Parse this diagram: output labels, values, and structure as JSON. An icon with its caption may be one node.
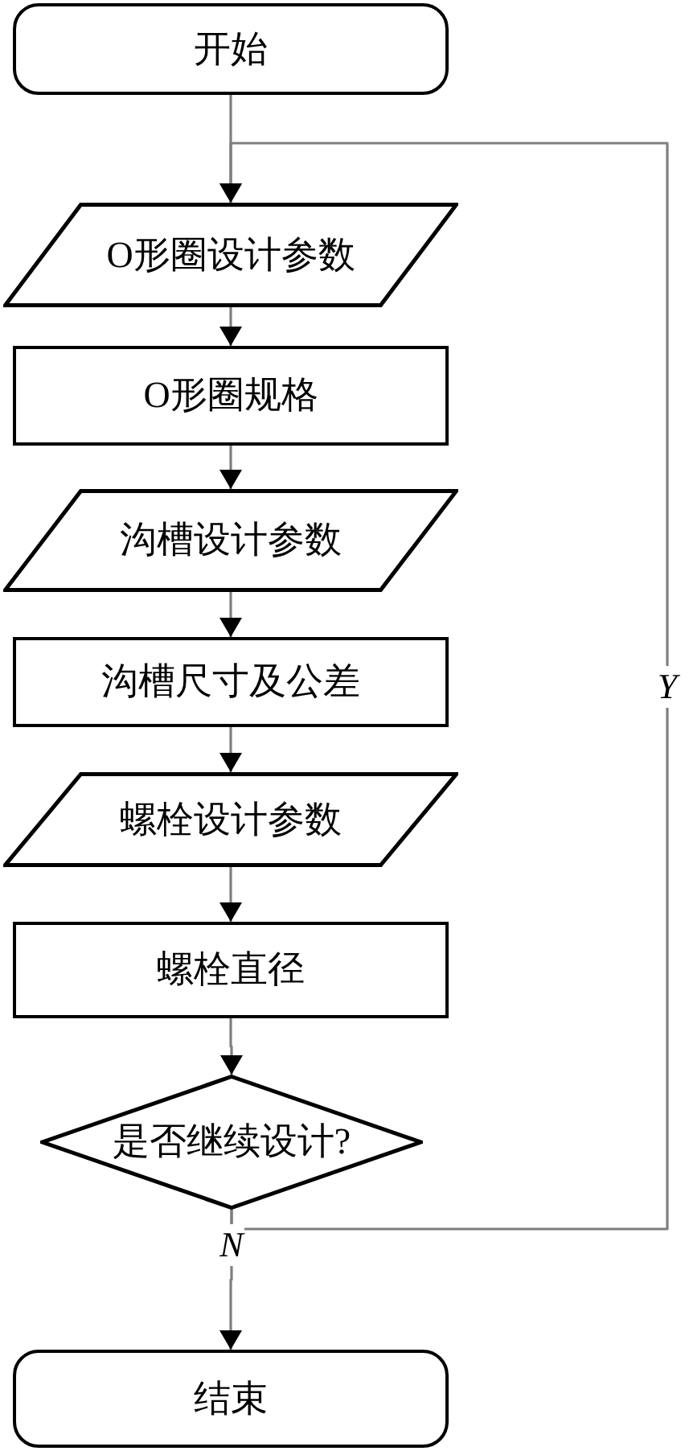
{
  "diagram": {
    "nodes": [
      {
        "text": [
          "开始"
        ]
      },
      {
        "text": [
          "O形圈设计参数"
        ]
      },
      {
        "text": [
          "O形圈规格"
        ]
      },
      {
        "text": [
          "沟槽设计参数"
        ]
      },
      {
        "text": [
          "沟槽尺寸及公差"
        ]
      },
      {
        "text": [
          "螺栓设计参数"
        ]
      },
      {
        "text": [
          "螺栓直径"
        ]
      },
      {
        "text": [
          "是否继续设计?"
        ]
      },
      {
        "text": [
          "结束"
        ]
      }
    ],
    "edges": [
      {
        "from": 0,
        "to": 1,
        "arrow": "to"
      },
      {
        "from": 1,
        "to": 2,
        "arrow": "to"
      },
      {
        "from": 2,
        "to": 3,
        "arrow": "to"
      },
      {
        "from": 3,
        "to": 4,
        "arrow": "to"
      },
      {
        "from": 4,
        "to": 5,
        "arrow": "to"
      },
      {
        "from": 5,
        "to": 6,
        "arrow": "to"
      },
      {
        "from": 6,
        "to": 7,
        "arrow": "to"
      },
      {
        "from": 7,
        "to": 8,
        "arrow": "to",
        "label": "N"
      },
      {
        "from": 7,
        "to": 1,
        "arrow": "to",
        "label": "Y"
      }
    ]
  }
}
